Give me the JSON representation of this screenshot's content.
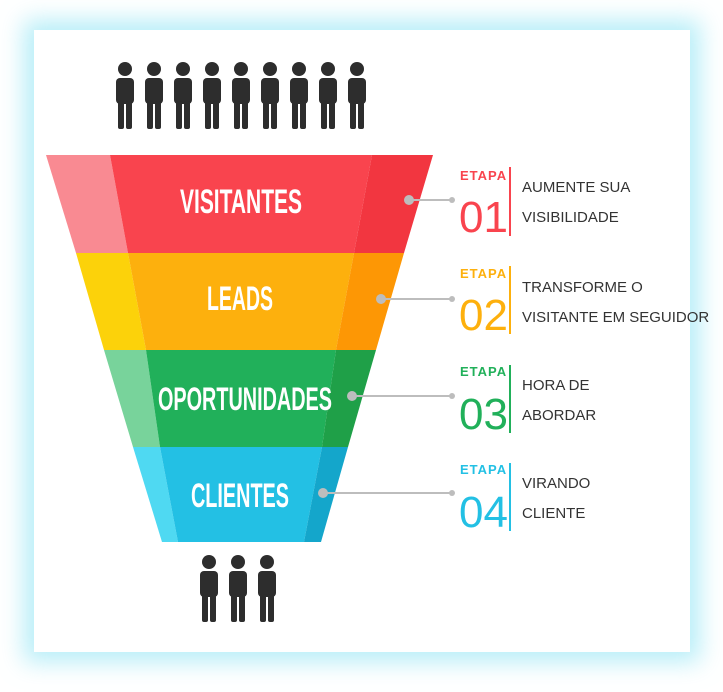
{
  "funnel": {
    "stages": [
      {
        "name": "VISITANTES",
        "etapa_label": "ETAPA",
        "etapa_number": "01",
        "description_line1": "AUMENTE SUA",
        "description_line2": "VISIBILIDADE",
        "color_main": "#F9444E",
        "color_light": "#F98A92",
        "color_dark": "#F23640"
      },
      {
        "name": "LEADS",
        "etapa_label": "ETAPA",
        "etapa_number": "02",
        "description_line1": "TRANSFORME O",
        "description_line2": "VISITANTE EM SEGUIDOR",
        "color_main": "#FDB00D",
        "color_light": "#FCD20A",
        "color_dark": "#FD9705"
      },
      {
        "name": "OPORTUNIDADES",
        "etapa_label": "ETAPA",
        "etapa_number": "03",
        "description_line1": "HORA DE",
        "description_line2": "ABORDAR",
        "color_main": "#21B05A",
        "color_light": "#78D39B",
        "color_dark": "#1FA048"
      },
      {
        "name": "CLIENTES",
        "etapa_label": "ETAPA",
        "etapa_number": "04",
        "description_line1": "VIRANDO",
        "description_line2": "CLIENTE",
        "color_main": "#23C0E4",
        "color_light": "#4FD9F2",
        "color_dark": "#14A6CB"
      }
    ],
    "people_top_count": 9,
    "people_bottom_count": 3,
    "person_icon": "person-icon",
    "person_color": "#2d2d2d",
    "connector_color": "#bdbdbd"
  }
}
